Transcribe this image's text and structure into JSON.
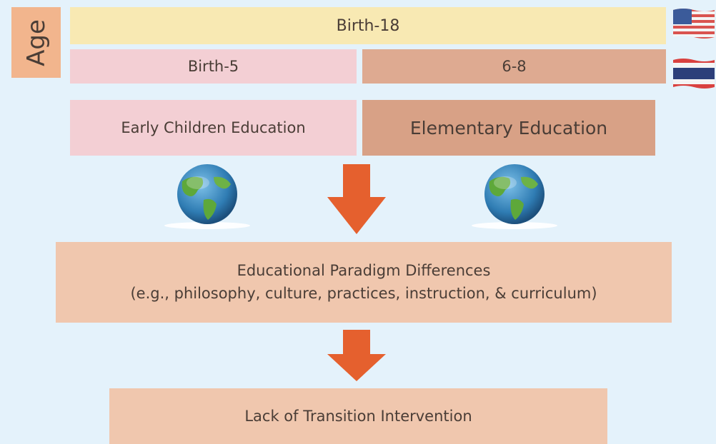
{
  "age_label": "Age",
  "row_birth_18": "Birth-18",
  "row_birth_5": "Birth-5",
  "row_6_8": "6-8",
  "early_education": "Early Children Education",
  "elementary_education": "Elementary Education",
  "paradigm": {
    "line1": "Educational Paradigm Differences",
    "line2": "(e.g., philosophy, culture, practices, instruction, & curriculum)"
  },
  "lack_of_transition": "Lack of Transition Intervention",
  "icons": {
    "globes": [
      "globe-icon",
      "globe-icon"
    ],
    "flags": [
      "us-flag-icon",
      "thai-flag-icon"
    ],
    "arrows": [
      "down-arrow-icon",
      "down-arrow-icon"
    ]
  },
  "colors": {
    "background": "#e4f2fb",
    "age_box": "#f2b58d",
    "birth_18": "#f8e9b3",
    "early": "#f3cfd4",
    "elementary": "#d8a186",
    "outcome": "#f0c7ae",
    "arrow": "#e5602e"
  }
}
